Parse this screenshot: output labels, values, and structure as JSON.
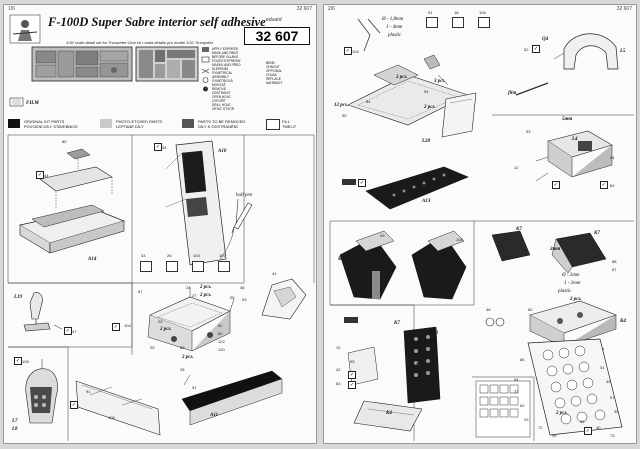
{
  "left_page": {
    "page_no": "1/6",
    "kit_code_top": "32 607",
    "title": "F-100D Super Sabre interior self adhesive",
    "kit_box": "32 607",
    "brand": "eduard",
    "subtitle": "1/32 scale detail set for Trumpeter Club kit • sada detailu pro model 1/32 Trumpeter",
    "instructions": [
      "APPLY EXPRESS MASK AND PAINT BEFORE GLUING",
      "POUŽIJ EXPRESNÍ MASKU AND PŘED SLEPENÍM",
      "SYMETRICAL ASSEMBLY",
      "SYMETRICKÁ MONTÁŽ",
      "REMOVE",
      "ODSTRANIT",
      "OPEN HOLE",
      "OTEVŘÍT",
      "DRILL HOLE",
      "VRTAT OTVOR",
      "BEND",
      "OHNOUT",
      "OPTIONAL",
      "VOLBA",
      "REPLACE",
      "NAHRADIT"
    ],
    "film_label": "FILM",
    "legend": {
      "kit_parts": "ORIGINAL KIT PARTS",
      "kit_parts_cz": "POVODNÍ DÍLY STAVEBNICE",
      "pe_parts": "PHOTO-ETCHED PARTS",
      "pe_parts_cz": "LEPTANÉ DÍLY",
      "removed": "PARTS TO BE REMOVED",
      "removed_cz": "DÍLY K ODSTRANĚNÍ",
      "fill": "FILL",
      "fill_cz": "TMELIT"
    },
    "labels": {
      "a14": "A14",
      "a10": "A10",
      "a11": "A11",
      "l19": "L19",
      "l7": "L7",
      "l8": "L8",
      "ball_pen": "ball pen",
      "pcs2a": "2 pcs.",
      "pcs2b": "2 pcs.",
      "pcs2c": "2 pcs.",
      "pcs2d": "2 pcs."
    },
    "numbers": [
      "80",
      "44",
      "34",
      "47",
      "87",
      "91",
      "24",
      "27",
      "29",
      "26",
      "46",
      "93",
      "41",
      "104",
      "25",
      "89",
      "82",
      "82",
      "122",
      "120",
      "28",
      "105",
      "91",
      "106",
      "33",
      "26",
      "103",
      "107"
    ]
  },
  "right_page": {
    "page_no": "2/6",
    "kit_code_top": "32 607",
    "labels": {
      "dia_a": "Ø - 1,8mm",
      "dia_b": "1 - 4mm",
      "plastic_a": "plastic",
      "pcs2a": "2 pcs.",
      "pcs3": "3 pcs.",
      "pcs2b": "2 pcs.",
      "pcs12": "12 pcs.",
      "l28": "L28",
      "a13": "A13",
      "q4": "Q4",
      "l5": "L5",
      "film": "film",
      "mm5": "5mm",
      "l4": "L4",
      "k7a": "K7",
      "k7b": "K7",
      "k7c": "K7",
      "k7d": "K7",
      "k7e": "K7",
      "mm2": "2mm",
      "dia_c": "Ø - 2mm",
      "dia_d": "1 - 2mm",
      "plastic_b": "plastic",
      "pcs2c": "2 pcs.",
      "k4a": "K4",
      "k4b": "K4",
      "l10": "L10",
      "l9": "L9",
      "k7f": "K7",
      "pcs2d": "2 pcs."
    },
    "numbers": [
      "51",
      "18",
      "106",
      "104",
      "84",
      "50",
      "94",
      "52",
      "53",
      "12",
      "94",
      "62",
      "59",
      "108",
      "88",
      "67",
      "46",
      "82",
      "10",
      "95",
      "42",
      "83",
      "81",
      "93",
      "86",
      "54",
      "37",
      "62",
      "29",
      "72",
      "95",
      "31",
      "49",
      "57",
      "35",
      "92",
      "40",
      "73"
    ]
  }
}
